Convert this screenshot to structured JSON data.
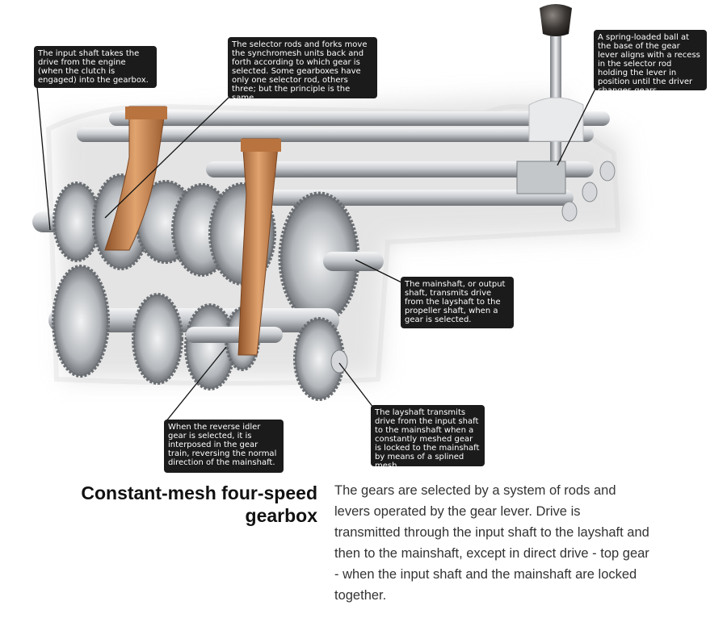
{
  "callouts": {
    "input_shaft": "The input shaft takes the drive from the engine (when the clutch is engaged) into the gearbox.",
    "selector_rods": "The selector rods and forks move the synchromesh units back and forth according to which gear is selected. Some gearboxes have only one selector rod, others three; but the principle is the same.",
    "spring_ball": "A spring-loaded ball at the base of the gear lever aligns with a recess in the selector rod holding the lever in position until the driver changes gears.",
    "mainshaft": "The mainshaft, or output shaft, transmits drive from the layshaft to the propeller shaft, when a gear is selected.",
    "layshaft": "The layshaft transmits drive from the input shaft to the mainshaft when a constantly meshed gear is locked to the mainshaft by means of a splined mesh.",
    "reverse_idler": "When the reverse idler gear is selected, it is interposed in the gear train, reversing the normal direction of the mainshaft."
  },
  "caption": {
    "title": "Constant-mesh four-speed gearbox",
    "body": "The gears are selected by a system of rods and levers operated by the gear lever. Drive is transmitted through the input shaft to the layshaft and then to the mainshaft, except in direct drive - top gear - when the input shaft and the mainshaft are locked together."
  },
  "colors": {
    "callout_bg": "#1b1b1b",
    "callout_text": "#ffffff",
    "fork_copper": "#c8824e",
    "steel": "#b9bcc0",
    "casing_glow": "#dcdcdc"
  }
}
